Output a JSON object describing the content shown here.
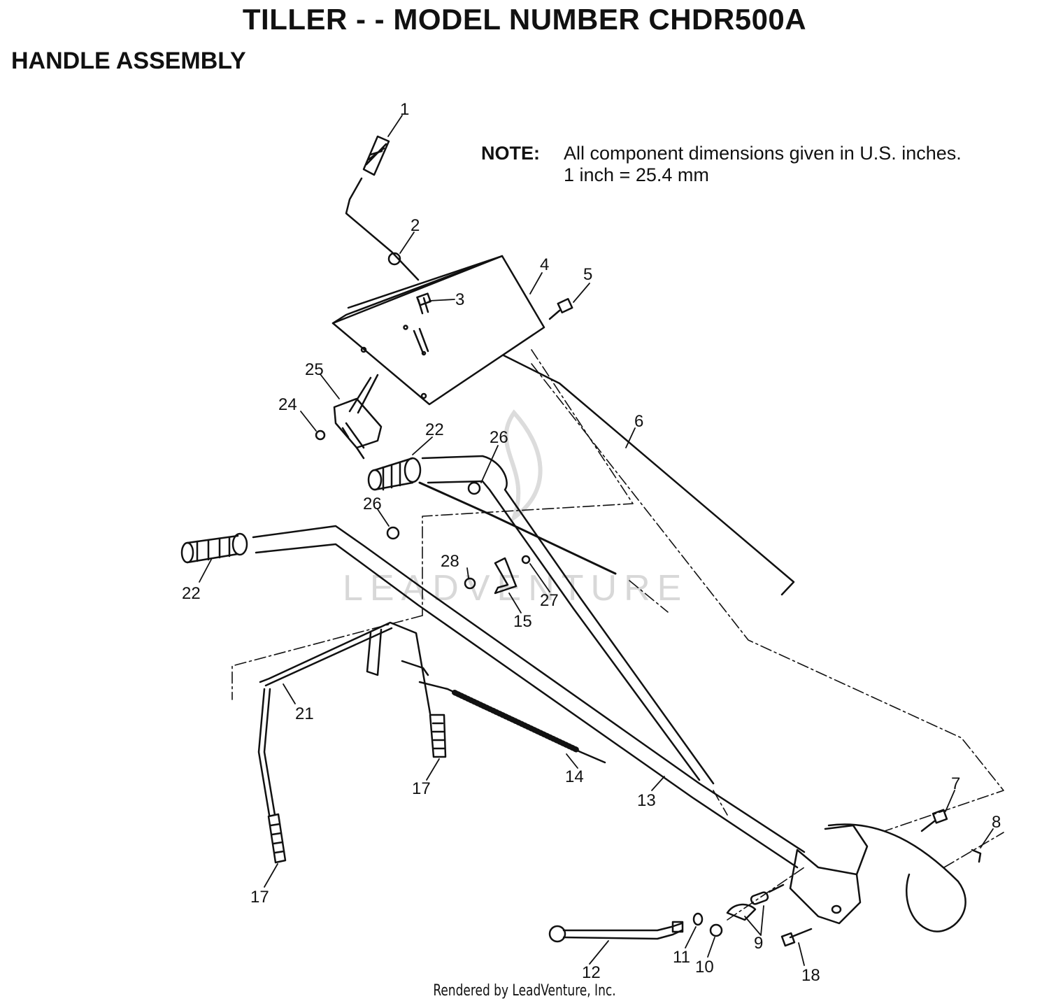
{
  "header": {
    "title": "TILLER - - MODEL NUMBER CHDR500A",
    "subtitle": "HANDLE ASSEMBLY"
  },
  "note": {
    "label": "NOTE:",
    "line1": "All component dimensions given in U.S. inches.",
    "line2": "1 inch = 25.4 mm"
  },
  "watermark": "LEADVENTURE",
  "footer": "Rendered by LeadVenture, Inc.",
  "callouts": {
    "c1": "1",
    "c2": "2",
    "c3": "3",
    "c4": "4",
    "c5": "5",
    "c6": "6",
    "c7": "7",
    "c8": "8",
    "c9": "9",
    "c10": "10",
    "c11": "11",
    "c12": "12",
    "c13": "13",
    "c14": "14",
    "c15": "15",
    "c17a": "17",
    "c17b": "17",
    "c18": "18",
    "c21": "21",
    "c22a": "22",
    "c22b": "22",
    "c24": "24",
    "c25": "25",
    "c26a": "26",
    "c26b": "26",
    "c27": "27",
    "c28": "28"
  },
  "colors": {
    "ink": "#111111",
    "watermark": "#d8d8d8"
  }
}
